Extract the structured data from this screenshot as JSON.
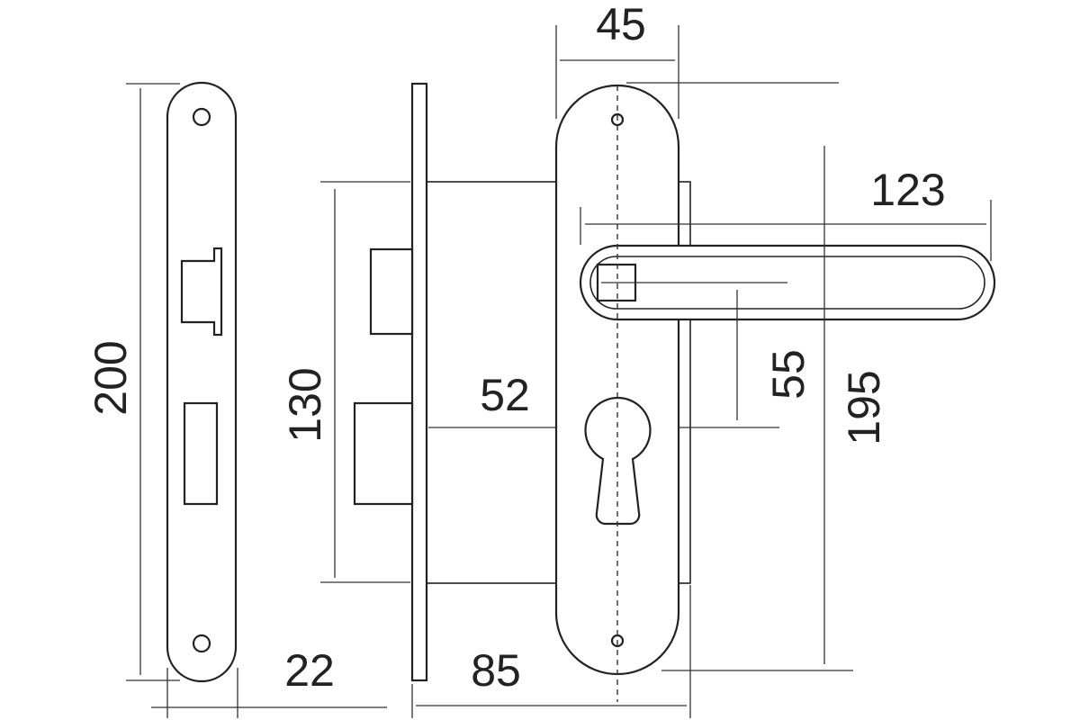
{
  "diagram": {
    "dimensions": {
      "faceplate_height": "200",
      "backset": "22",
      "body_height": "130",
      "body_depth": "85",
      "axis_distance": "52",
      "plate_width": "45",
      "handle_length": "123",
      "handle_to_cylinder": "55",
      "plate_height": "195"
    },
    "colors": {
      "line": "#222222",
      "background": "#ffffff"
    }
  }
}
